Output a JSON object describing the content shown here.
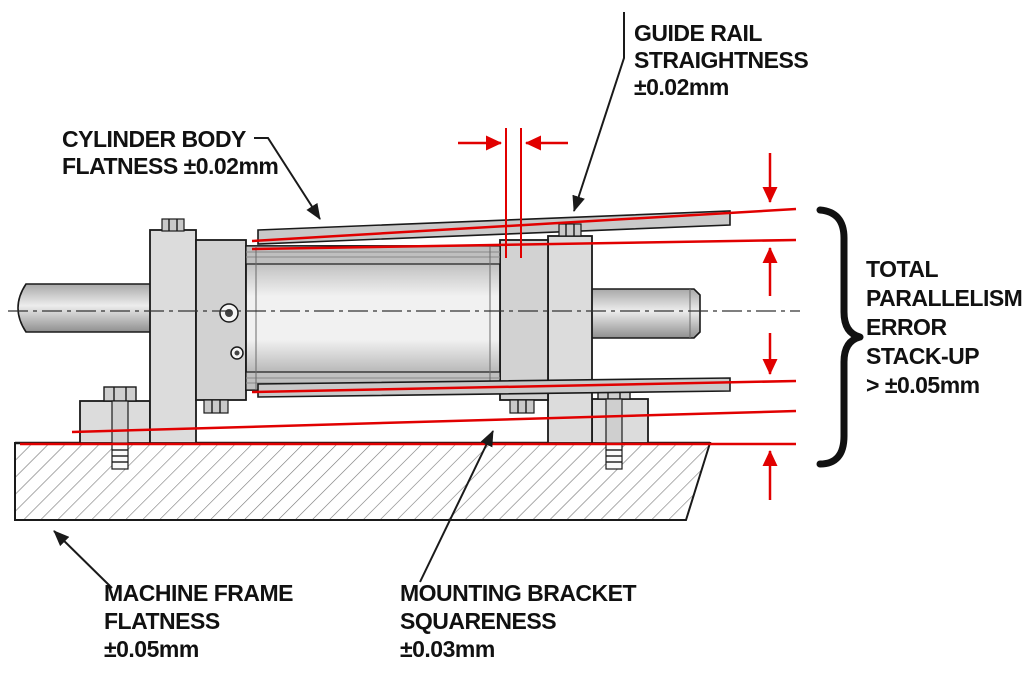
{
  "title": "Cylinder total parallelism error stack-up diagram",
  "colors": {
    "red": "#e10000",
    "black": "#1a1a1a"
  },
  "labels": {
    "cylinder_body": {
      "l1": "CYLINDER BODY",
      "l2": "FLATNESS ±0.02mm"
    },
    "guide_rail": {
      "l1": "GUIDE RAIL",
      "l2": "STRAIGHTNESS",
      "l3": "±0.02mm"
    },
    "total_parallelism": {
      "l1": "TOTAL",
      "l2": "PARALLELISM",
      "l3": "ERROR",
      "l4": "STACK-UP",
      "l5": "> ±0.05mm"
    },
    "machine_frame": {
      "l1": "MACHINE FRAME",
      "l2": "FLATNESS",
      "l3": "±0.05mm"
    },
    "mounting_bracket": {
      "l1": "MOUNTING BRACKET",
      "l2": "SQUARENESS",
      "l3": "±0.03mm"
    }
  }
}
